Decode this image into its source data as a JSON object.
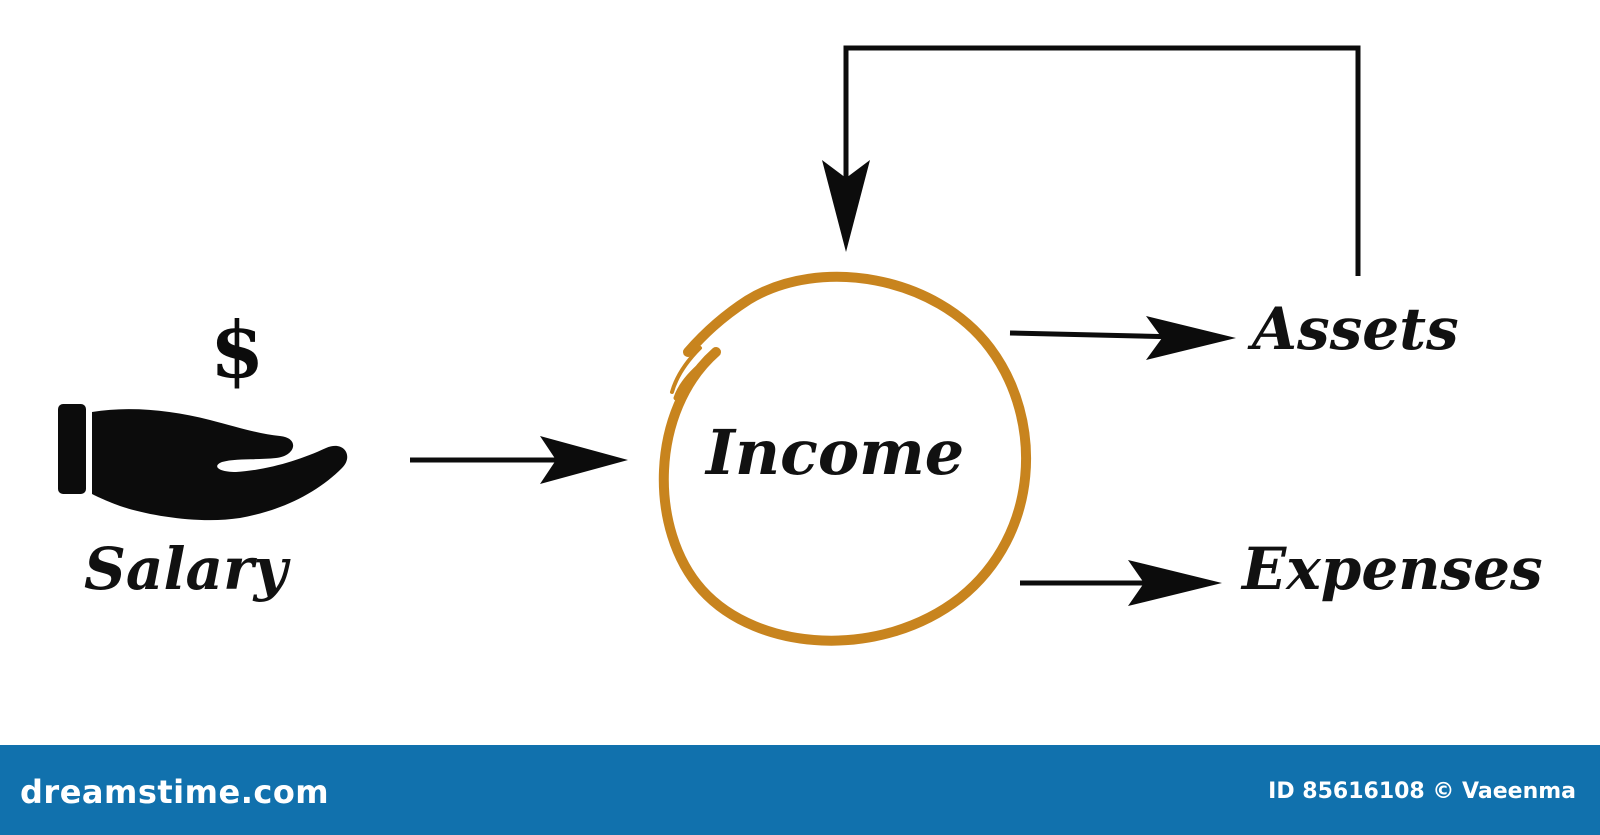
{
  "diagram": {
    "nodes": {
      "salary": "Salary",
      "income": "Income",
      "assets": "Assets",
      "expenses": "Expenses"
    },
    "currency_symbol": "$",
    "icons": [
      "hand-icon",
      "dollar-sign-icon"
    ],
    "colors": {
      "circle": "#c8841e",
      "arrows": "#0c0c0c",
      "text": "#111111"
    },
    "edges": [
      {
        "from": "Salary",
        "to": "Income"
      },
      {
        "from": "Income",
        "to": "Assets"
      },
      {
        "from": "Income",
        "to": "Expenses"
      },
      {
        "from": "Assets",
        "to": "Income"
      }
    ]
  },
  "footer": {
    "brand": "dreamstime.com",
    "credit": "ID 85616108 © Vaeenma",
    "background": "#1171ad"
  }
}
